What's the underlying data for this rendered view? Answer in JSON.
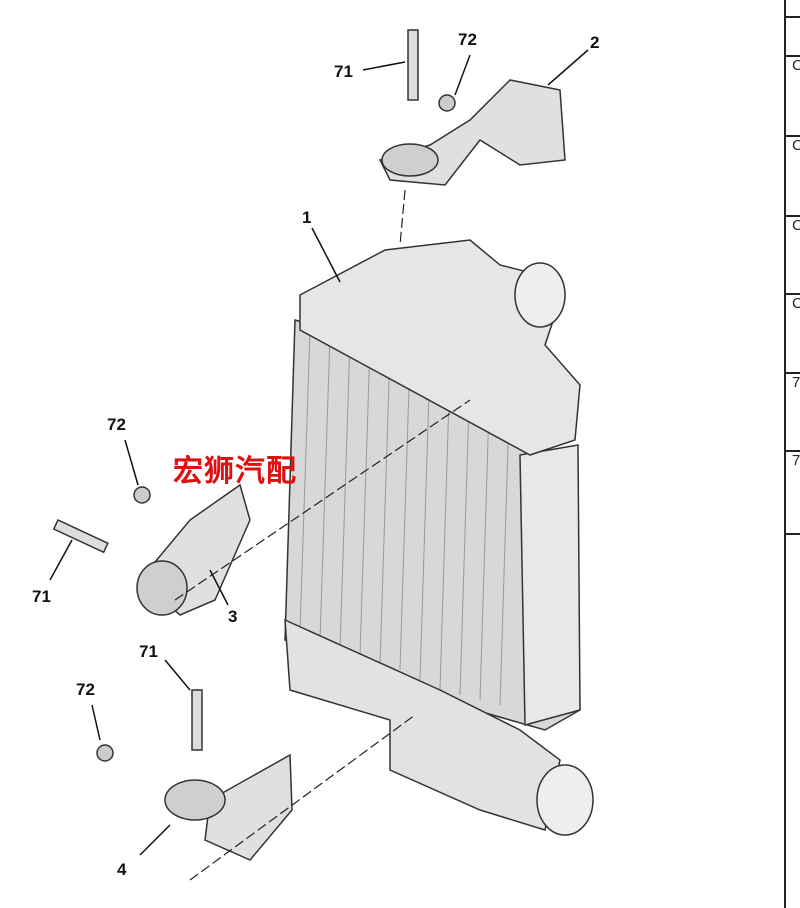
{
  "callouts": {
    "part_1": "1",
    "part_2": "2",
    "part_3": "3",
    "part_4": "4",
    "bolt_71_top": "71",
    "washer_72_top": "72",
    "washer_72_left": "72",
    "bolt_71_left": "71",
    "bolt_71_bottom": "71",
    "washer_72_bottom": "72"
  },
  "watermark": "宏狮汽配",
  "table_rows": [
    "C",
    "C",
    "C",
    "C",
    "7",
    "7"
  ]
}
